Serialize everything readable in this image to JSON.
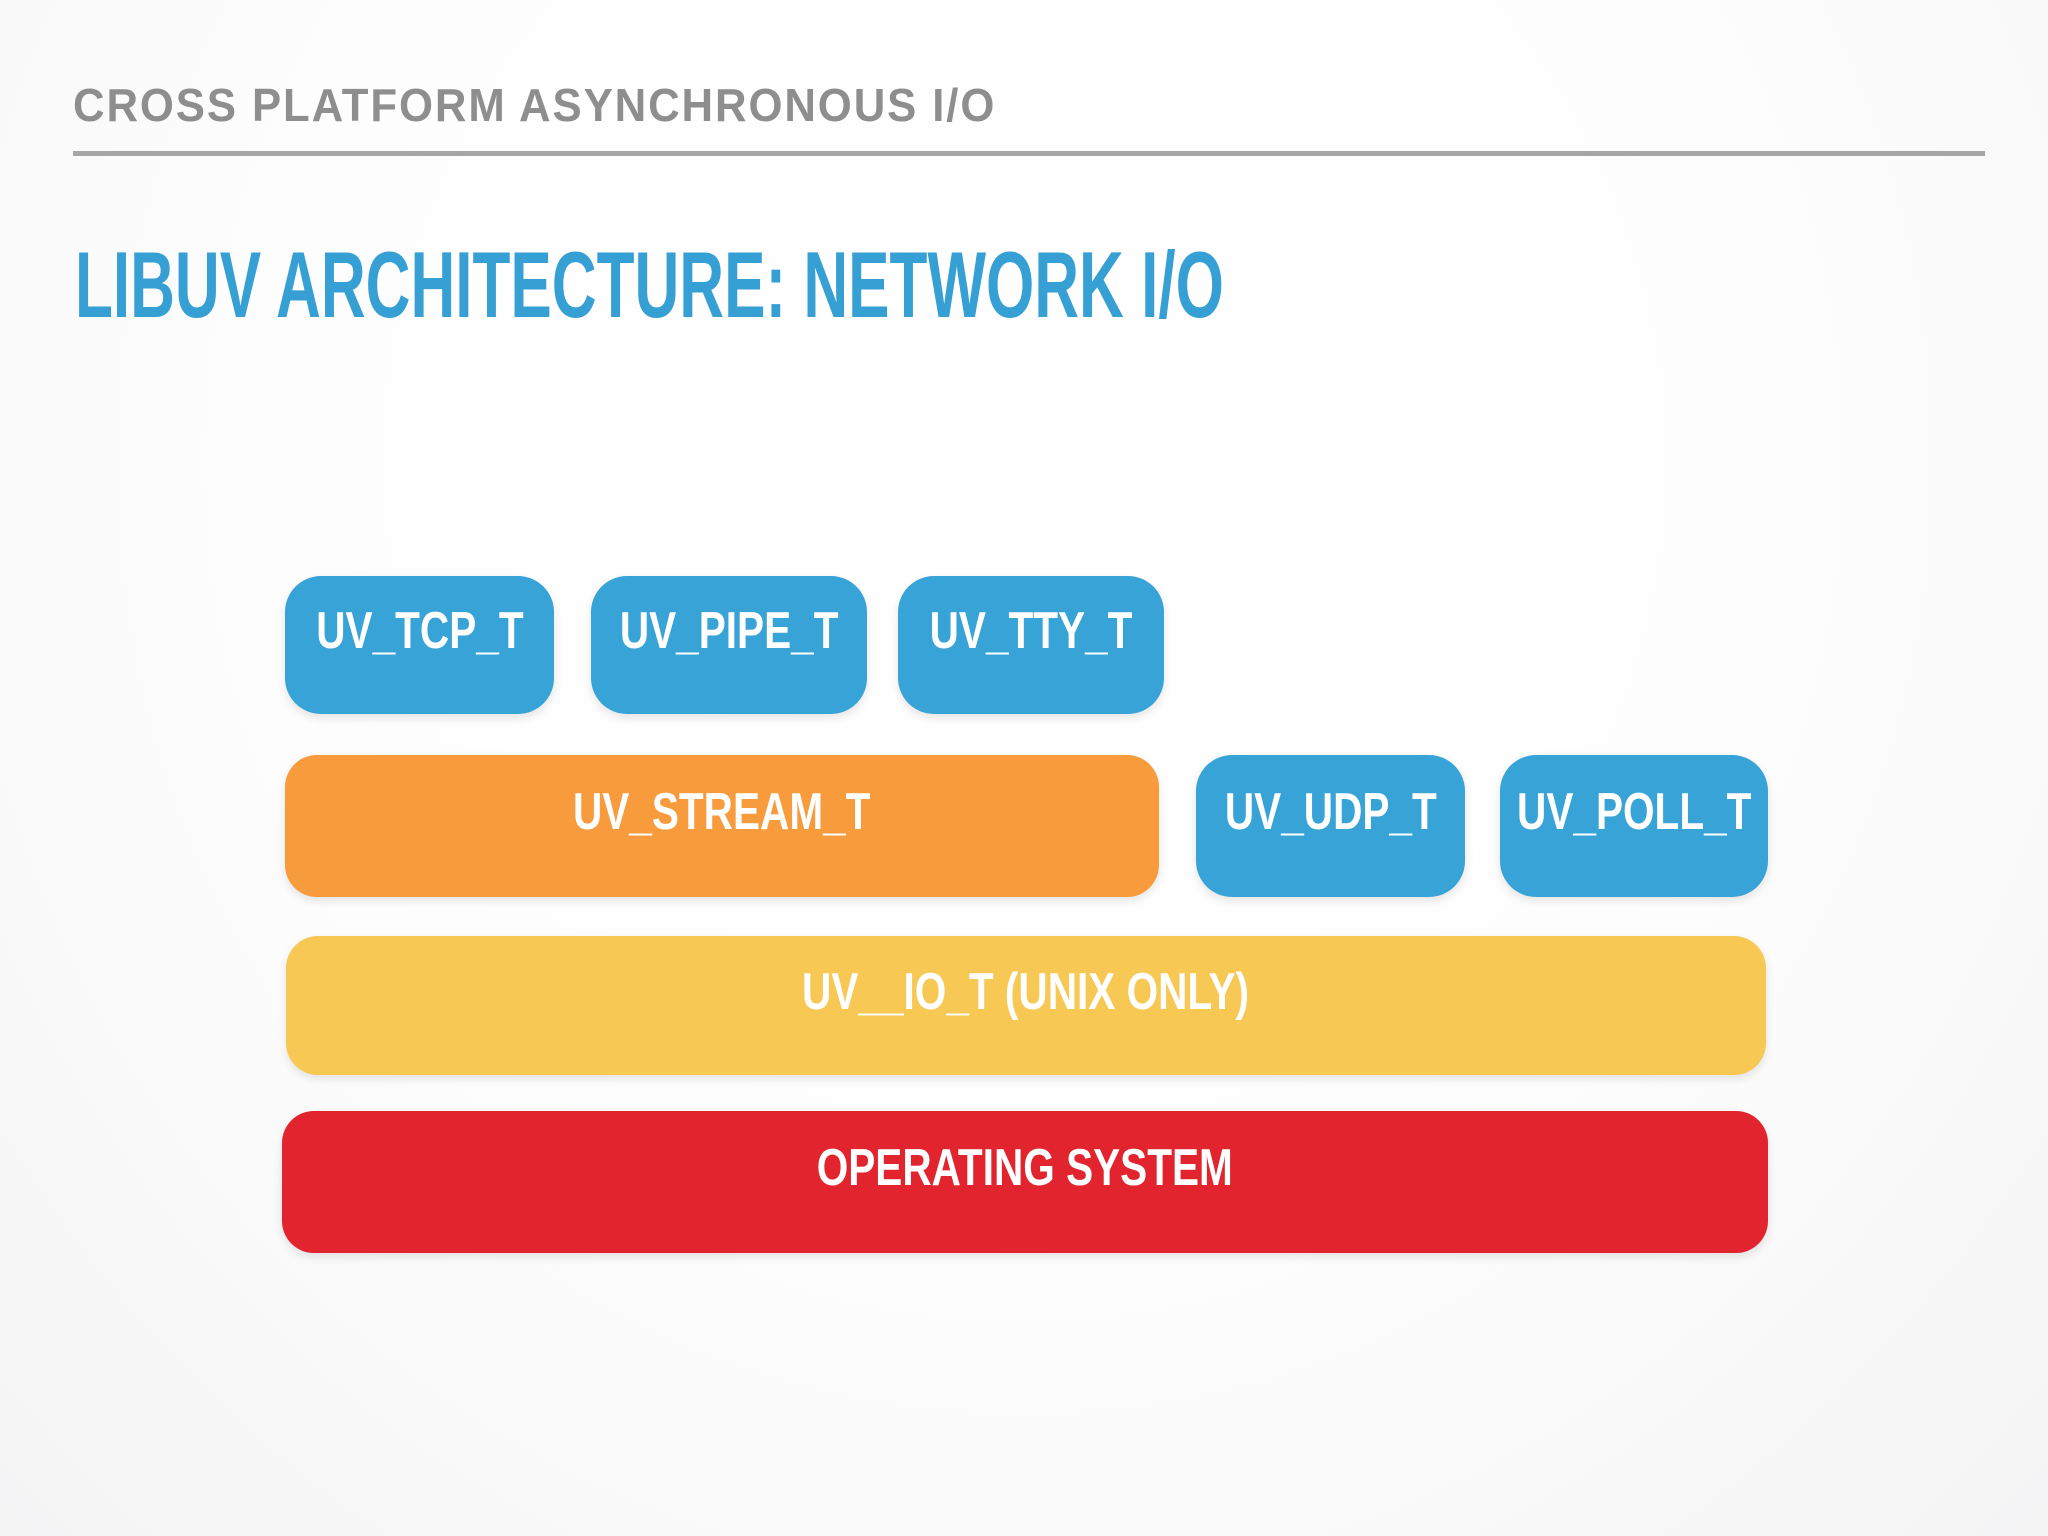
{
  "slide": {
    "kicker": "CROSS PLATFORM ASYNCHRONOUS I/O",
    "title": "LIBUV ARCHITECTURE: NETWORK I/O"
  },
  "colors": {
    "kicker_text": "#8E8E8E",
    "rule": "#A6A6A6",
    "title_text": "#36A0D5",
    "handle_blue": "#38A3D7",
    "stream_orange": "#F89B3D",
    "io_yellow": "#F7C854",
    "os_red": "#E2242E",
    "box_text": "#FFFFFF"
  },
  "diagram": {
    "boxes": [
      {
        "id": "uv_tcp_t",
        "label": "UV_TCP_T",
        "color": "#38A3D7"
      },
      {
        "id": "uv_pipe_t",
        "label": "UV_PIPE_T",
        "color": "#38A3D7"
      },
      {
        "id": "uv_tty_t",
        "label": "UV_TTY_T",
        "color": "#38A3D7"
      },
      {
        "id": "uv_stream_t",
        "label": "UV_STREAM_T",
        "color": "#F89B3D"
      },
      {
        "id": "uv_udp_t",
        "label": "UV_UDP_T",
        "color": "#38A3D7"
      },
      {
        "id": "uv_poll_t",
        "label": "UV_POLL_T",
        "color": "#38A3D7"
      },
      {
        "id": "uv__io_t",
        "label": "UV__IO_T (UNIX ONLY)",
        "color": "#F7C854"
      },
      {
        "id": "operating_system",
        "label": "OPERATING SYSTEM",
        "color": "#E2242E"
      }
    ]
  }
}
